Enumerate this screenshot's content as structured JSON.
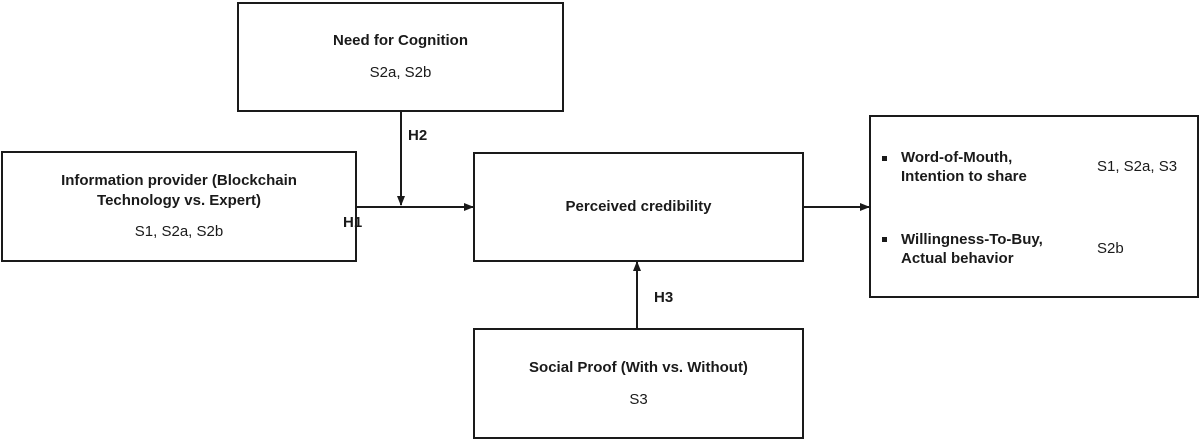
{
  "nodes": {
    "moderator_cognition": {
      "title": "Need for Cognition",
      "studies": "S2a, S2b"
    },
    "information_provider": {
      "title_line1": "Information provider (Blockchain",
      "title_line2": "Technology vs. Expert)",
      "studies": "S1, S2a, S2b"
    },
    "perceived_credibility": {
      "title": "Perceived credibility"
    },
    "social_proof": {
      "title": "Social Proof (With vs. Without)",
      "studies": "S3"
    },
    "outcomes": {
      "items": [
        {
          "line1": "Word-of-Mouth,",
          "line2": "Intention to share",
          "studies": "S1, S2a, S3"
        },
        {
          "line1": "Willingness-To-Buy,",
          "line2": "Actual behavior",
          "studies": "S2b"
        }
      ]
    }
  },
  "hypotheses": {
    "h1": "H1",
    "h2": "H2",
    "h3": "H3"
  }
}
